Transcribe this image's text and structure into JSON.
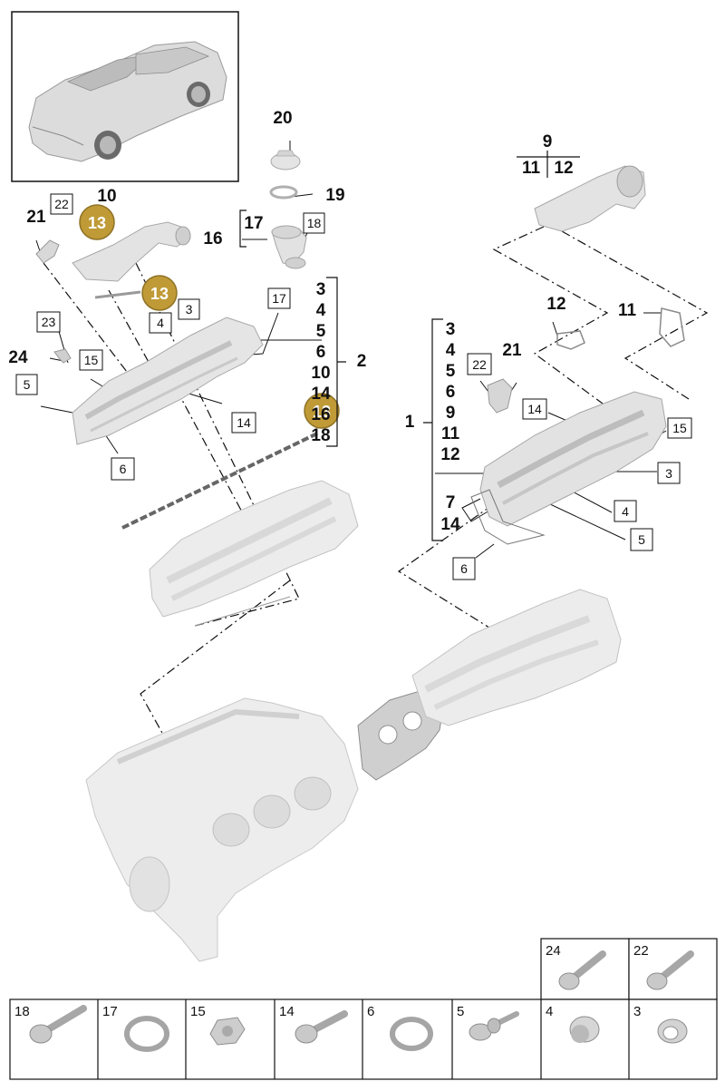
{
  "parts_groups": {
    "bracket_2": [
      "3",
      "4",
      "5",
      "6",
      "10",
      "14",
      "16",
      "18"
    ],
    "bracket_1": [
      "3",
      "4",
      "5",
      "6",
      "9",
      "11",
      "12",
      "7",
      "14"
    ],
    "bracket_9": [
      "11",
      "12"
    ],
    "bracket_16": [
      "17"
    ]
  },
  "callouts": {
    "c20": "20",
    "c19": "19",
    "c16": "16",
    "c17": "17",
    "c18a": "18",
    "c17b": "17",
    "c10": "10",
    "c21a": "21",
    "c22a": "22",
    "c3a": "3",
    "c4a": "4",
    "c23": "23",
    "c24": "24",
    "c15a": "15",
    "c5a": "5",
    "c14a": "14",
    "c6a": "6",
    "c2": "2",
    "c1": "1",
    "c9": "9",
    "c12b": "12",
    "c11b": "11",
    "c21b": "21",
    "c22b": "22",
    "c14b": "14",
    "c15b": "15",
    "c3b": "3",
    "c4b": "4",
    "c5b": "5",
    "c6b": "6"
  },
  "badges": {
    "badge_number": "13"
  },
  "hardware_row_bottom": [
    "18",
    "17",
    "15",
    "14",
    "6",
    "5",
    "4",
    "3"
  ],
  "hardware_row_top": [
    "24",
    "22"
  ],
  "colors": {
    "gold": "#bf9a36",
    "line": "#111111",
    "part_fill": "#e6e6e6",
    "part_stroke": "#b5b5b5"
  }
}
